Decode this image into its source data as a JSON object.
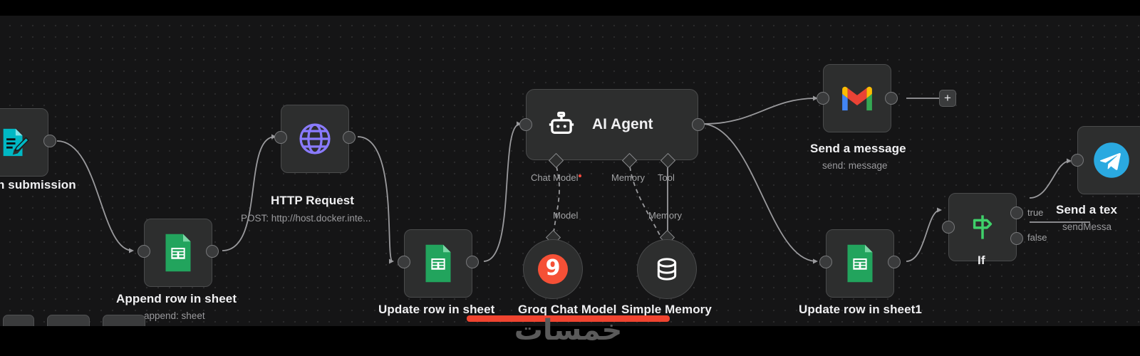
{
  "app": {
    "name": "n8n workflow canvas",
    "theme": "dark"
  },
  "colors": {
    "canvas_bg": "#151516",
    "node_bg": "#2d2e2e",
    "node_border": "#4a4b4c",
    "edge": "#9a9a9d",
    "label": "#f0f0f2",
    "sublabel": "#9a9a9d",
    "gsheets_green": "#22a45d",
    "form_teal": "#00b8c4",
    "http_purple": "#8a7bff",
    "groq_red": "#f55036",
    "if_green": "#3fd06a",
    "telegram_blue": "#2aa9e0",
    "required_dot": "#ff4a3d",
    "watermark_red": "#f0442f"
  },
  "nodes": [
    {
      "id": "form-submission",
      "label": "n submission",
      "sublabel": "",
      "icon": "form-edit-icon",
      "shape": "square",
      "clipped": true
    },
    {
      "id": "append-row-in-sheet",
      "label": "Append row in sheet",
      "sublabel": "append: sheet",
      "icon": "google-sheets-icon",
      "shape": "square"
    },
    {
      "id": "http-request",
      "label": "HTTP Request",
      "sublabel": "POST: http://host.docker.inte...",
      "icon": "globe-icon",
      "shape": "square"
    },
    {
      "id": "update-row-in-sheet",
      "label": "Update row in sheet",
      "sublabel": "",
      "icon": "google-sheets-icon",
      "shape": "square"
    },
    {
      "id": "ai-agent",
      "label": "AI Agent",
      "sublabel": "",
      "icon": "robot-icon",
      "shape": "wide"
    },
    {
      "id": "groq-chat-model",
      "label": "Groq Chat Model",
      "sublabel": "",
      "icon": "groq-icon",
      "shape": "circle"
    },
    {
      "id": "simple-memory",
      "label": "Simple Memory",
      "sublabel": "",
      "icon": "database-icon",
      "shape": "circle"
    },
    {
      "id": "send-a-message",
      "label": "Send a message",
      "sublabel": "send: message",
      "icon": "gmail-icon",
      "shape": "square"
    },
    {
      "id": "update-row-in-sheet1",
      "label": "Update row in sheet1",
      "sublabel": "",
      "icon": "google-sheets-icon",
      "shape": "square"
    },
    {
      "id": "if",
      "label": "If",
      "sublabel": "",
      "icon": "signpost-icon",
      "shape": "square"
    },
    {
      "id": "send-a-text",
      "label": "Send a tex",
      "sublabel": "sendMessa",
      "icon": "telegram-icon",
      "shape": "square",
      "clipped": true
    }
  ],
  "agent_ports": [
    {
      "id": "chat-model",
      "label": "Chat Model",
      "required": true
    },
    {
      "id": "memory",
      "label": "Memory",
      "required": false
    },
    {
      "id": "tool",
      "label": "Tool",
      "required": false
    }
  ],
  "sub_connection_labels": [
    {
      "id": "model-connection-label",
      "label": "Model"
    },
    {
      "id": "memory-connection-label",
      "label": "Memory"
    }
  ],
  "if_outputs": [
    {
      "id": "true",
      "label": "true"
    },
    {
      "id": "false",
      "label": "false"
    }
  ],
  "buttons": {
    "add_node_plus": "+"
  },
  "watermark": {
    "text": "خمسات"
  }
}
